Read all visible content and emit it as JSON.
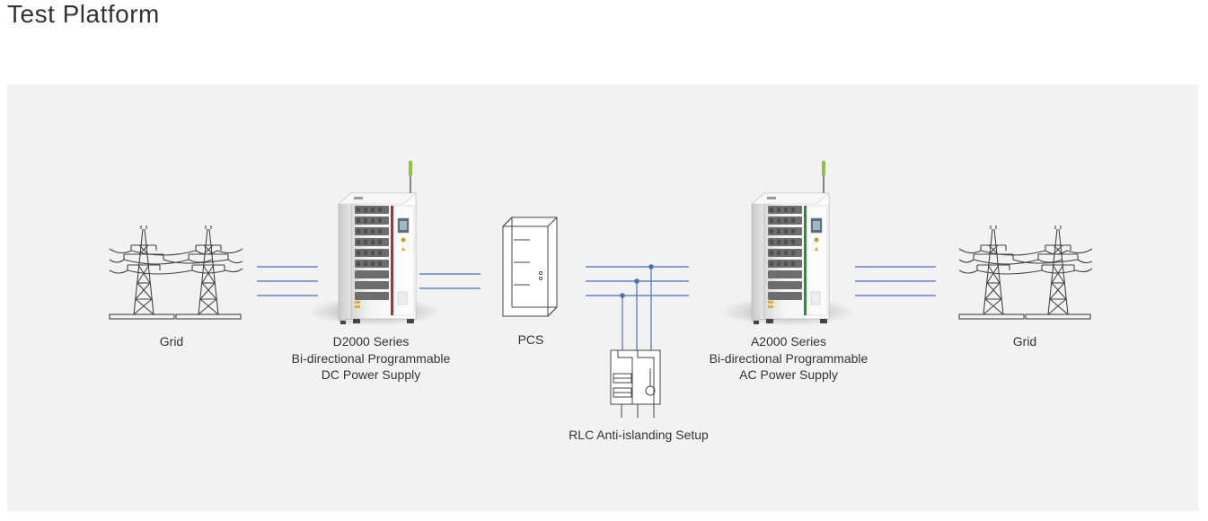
{
  "page": {
    "title": "Test Platform"
  },
  "diagram": {
    "nodes": {
      "grid_left": {
        "label": "Grid",
        "icon": "power-tower-icon"
      },
      "dc_supply": {
        "lines": [
          "D2000 Series",
          "Bi-directional Programmable",
          "DC Power Supply"
        ],
        "icon": "cabinet-icon"
      },
      "pcs": {
        "label": "PCS",
        "icon": "pcs-cabinet-icon"
      },
      "rlc": {
        "label": "RLC Anti-islanding Setup",
        "icon": "rlc-device-icon"
      },
      "ac_supply": {
        "lines": [
          "A2000 Series",
          "Bi-directional Programmable",
          "AC Power Supply"
        ],
        "icon": "cabinet-icon"
      },
      "grid_right": {
        "label": "Grid",
        "icon": "power-tower-icon"
      }
    },
    "colors": {
      "panel_bg": "#f2f2f2",
      "connection_line": "#4a6fb8",
      "dc_accent": "#a8322d",
      "ac_accent": "#2f8a3e",
      "indicator": "#8bc34a"
    }
  }
}
